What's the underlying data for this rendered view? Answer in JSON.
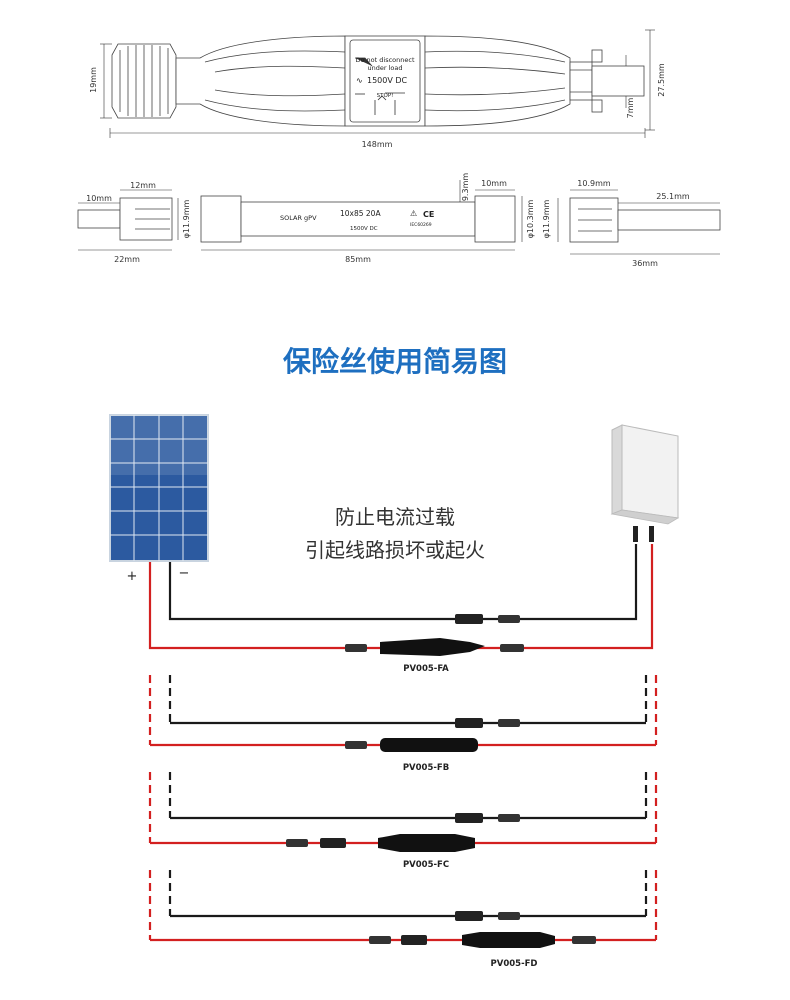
{
  "top_drawing": {
    "warning_line1": "Do not disconnect",
    "warning_line2": "under load",
    "voltage": "1500V DC",
    "stop_text": "STOP!",
    "dim_height_left": "19mm",
    "dim_height_right": "27.5mm",
    "dim_small_right": "7mm",
    "dim_length": "148mm"
  },
  "fuse_drawing": {
    "left_plug_width": "10mm",
    "left_plug_head": "12mm",
    "left_plug_dia": "φ11.9mm",
    "left_plug_length": "22mm",
    "fuse_label1": "SOLAR gPV",
    "fuse_label2": "10x85  20A",
    "fuse_label3": "1500V DC",
    "fuse_standard": "IEC60269",
    "fuse_mark": "CE",
    "fuse_cap_height": "9.3mm",
    "fuse_cap_width": "10mm",
    "fuse_cap_dia": "φ10.3mm",
    "fuse_length": "85mm",
    "right_plug_head": "10.9mm",
    "right_plug_dia": "φ11.9mm",
    "right_plug_pin": "25.1mm",
    "right_plug_length": "36mm"
  },
  "section_title": "保险丝使用简易图",
  "description": {
    "line1": "防止电流过载",
    "line2": "引起线路损坏或起火"
  },
  "polarity": {
    "plus": "+",
    "minus": "−"
  },
  "variants": [
    "PV005-FA",
    "PV005-FB",
    "PV005-FC",
    "PV005-FD"
  ],
  "colors": {
    "title": "#1e6fc0",
    "positive_wire": "#d32020",
    "negative_wire": "#1a1a1a",
    "panel": "#2c5aa0"
  }
}
